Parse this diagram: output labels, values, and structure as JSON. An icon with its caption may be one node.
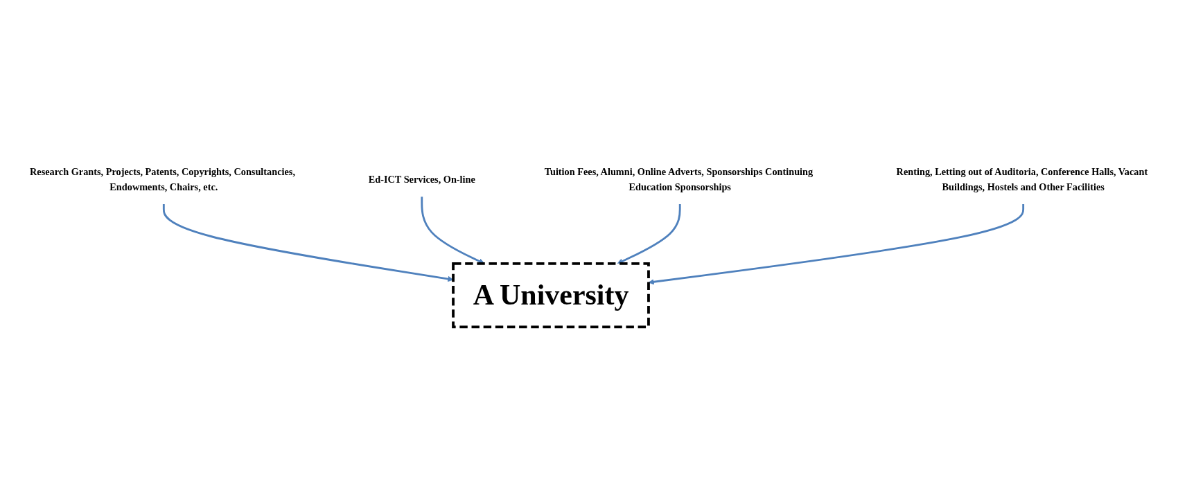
{
  "diagram": {
    "nodes": [
      {
        "text": [
          "A University"
        ]
      },
      {
        "text": [
          "Research Grants, Projects, Patents, Copyrights, Consultancies, Endowments, Chairs, etc."
        ]
      },
      {
        "text": [
          "Ed-ICT Services, On-line"
        ]
      },
      {
        "text": [
          "Tuition Fees, Alumni, Online Adverts, Sponsorships Continuing Education Sponsorships"
        ]
      },
      {
        "text": [
          "Renting, Letting out of Auditoria, Conference Halls, Vacant Buildings, Hostels and Other Facilities"
        ]
      }
    ],
    "edges": [
      {
        "from": 1,
        "to": 0,
        "arrow": "to"
      },
      {
        "from": 2,
        "to": 0,
        "arrow": "to"
      },
      {
        "from": 3,
        "to": 0,
        "arrow": "to"
      },
      {
        "from": 4,
        "to": 0,
        "arrow": "to"
      }
    ]
  }
}
